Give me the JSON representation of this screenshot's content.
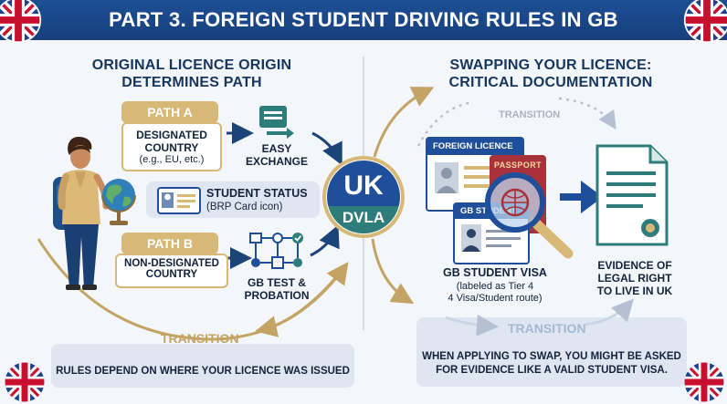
{
  "header": {
    "title": "PART 3. FOREIGN STUDENT DRIVING RULES IN GB"
  },
  "left": {
    "heading_line1": "ORIGINAL LICENCE ORIGIN",
    "heading_line2": "DETERMINES PATH",
    "path_a": {
      "label": "PATH A",
      "title_line1": "DESIGNATED",
      "title_line2": "COUNTRY",
      "subtitle": "(e.g., EU, etc.)",
      "result_line1": "EASY",
      "result_line2": "EXCHANGE"
    },
    "student_status": {
      "title": "STUDENT STATUS",
      "subtitle": "(BRP Card icon)"
    },
    "path_b": {
      "label": "PATH B",
      "title_line1": "NON-DESIGNATED",
      "title_line2": "COUNTRY",
      "result_line1": "GB TEST &",
      "result_line2": "PROBATION"
    },
    "transition": "TRANSITION",
    "footer": "RULES DEPEND ON WHERE YOUR LICENCE WAS ISSUED"
  },
  "center": {
    "badge_top": "UK",
    "badge_bottom": "DVLA"
  },
  "right": {
    "heading_line1": "SWAPPING YOUR LICENCE:",
    "heading_line2": "CRITICAL DOCUMENTATION",
    "transition_top": "TRANSITION",
    "foreign_licence": "FOREIGN LICENCE",
    "passport": "PASSPORT",
    "gb_student": "GB STUDENT",
    "visa": {
      "title": "GB STUDENT VISA",
      "sub_line1": "(labeled as Tier 4",
      "sub_line2": "4 Visa/Student route)"
    },
    "evidence": {
      "line1": "EVIDENCE OF",
      "line2": "LEGAL RIGHT",
      "line3": "TO LIVE IN UK"
    },
    "transition_bottom": "TRANSITION",
    "footer_line1": "WHEN APPLYING TO SWAP, YOU MIGHT BE ASKED",
    "footer_line2": "FOR EVIDENCE LIKE A VALID STUDENT VISA."
  },
  "colors": {
    "navy": "#17365f",
    "header_blue": "#1d4f95",
    "gold": "#d8b877",
    "teal": "#2e7d7a",
    "passport_red": "#a8323a"
  },
  "icons": {
    "corner": "uk-flag-icon",
    "student": "student-traveller-icon",
    "globe": "globe-icon",
    "exchange": "document-exchange-icon",
    "brp": "brp-card-icon",
    "flow": "test-flowchart-icon",
    "magnifier": "magnifier-icon",
    "certificate": "certificate-icon"
  }
}
